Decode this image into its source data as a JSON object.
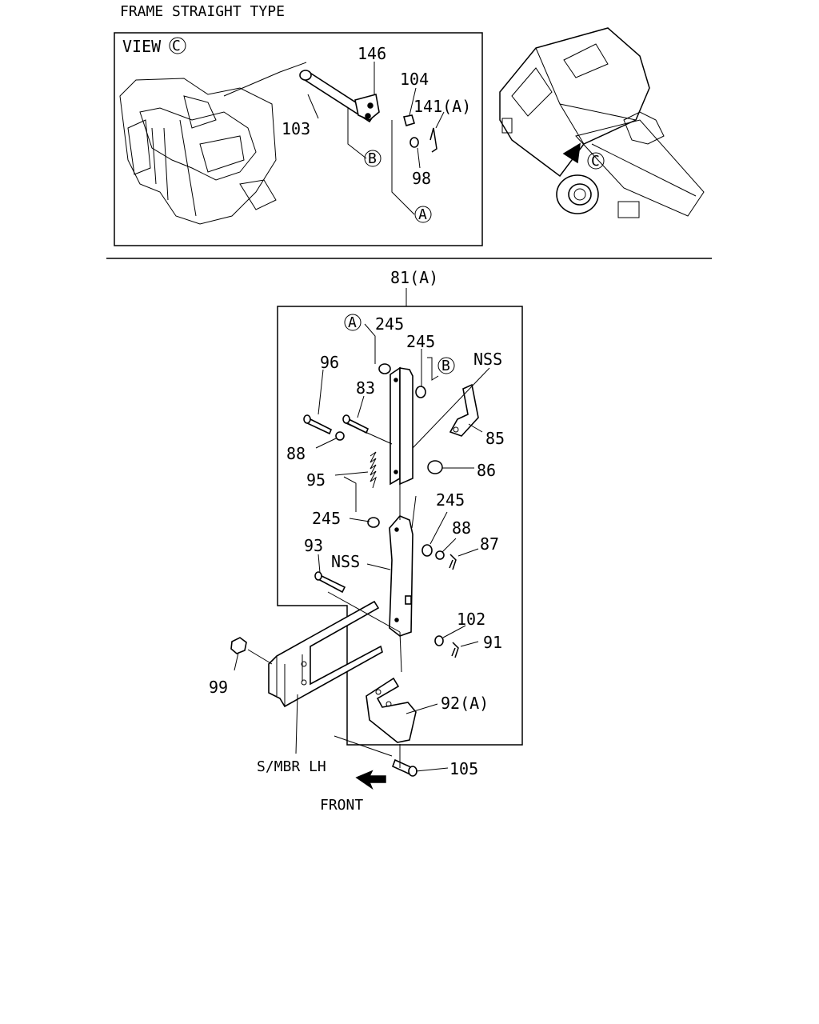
{
  "title": "FRAME STRAIGHT TYPE",
  "view": {
    "label": "VIEW",
    "view_marker": "C",
    "parts": {
      "p146": "146",
      "p104": "104",
      "p141": "141(A)",
      "p103": "103",
      "p98": "98",
      "refB": "B",
      "refA": "A"
    }
  },
  "truck": {
    "marker": "C"
  },
  "assembly": {
    "label": "81(A)",
    "parts": {
      "refA": "A",
      "p245a": "245",
      "p245b": "245",
      "refB": "B",
      "nss_top": "NSS",
      "p96": "96",
      "p83": "83",
      "p85": "85",
      "p88a": "88",
      "p86": "86",
      "p95": "95",
      "p245c": "245",
      "p245d": "245",
      "p88b": "88",
      "p87": "87",
      "p93": "93",
      "nss_mid": "NSS",
      "p102": "102",
      "p91": "91",
      "p99": "99",
      "p92": "92(A)",
      "p105": "105",
      "smbr": "S/MBR LH",
      "front": "FRONT"
    }
  }
}
